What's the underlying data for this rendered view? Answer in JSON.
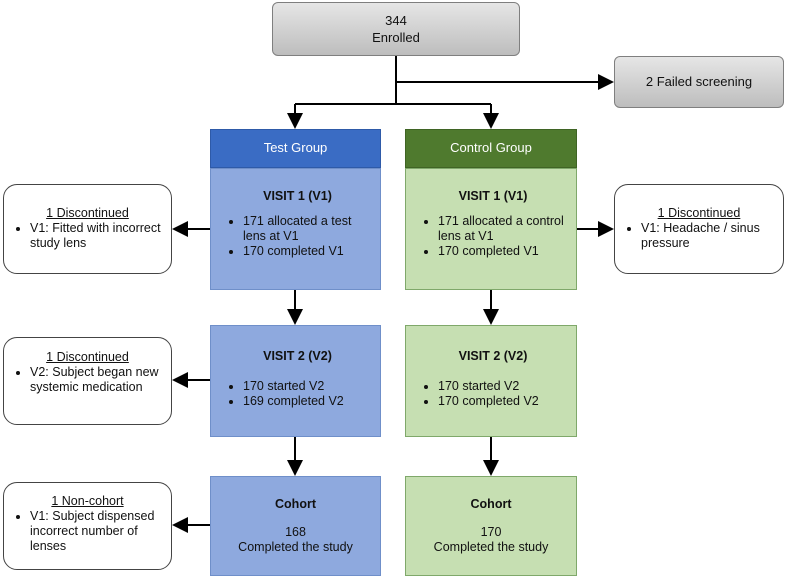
{
  "enrolled": {
    "count": "344",
    "label": "Enrolled"
  },
  "failed": "2 Failed screening",
  "groups": {
    "test": {
      "header": "Test Group",
      "v1": {
        "title": "VISIT 1 (V1)",
        "items": [
          "171 allocated a test lens at V1",
          "170 completed V1"
        ]
      },
      "v2": {
        "title": "VISIT 2 (V2)",
        "items": [
          "170 started V2",
          "169 completed V2"
        ]
      },
      "cohort": {
        "title": "Cohort",
        "count": "168",
        "label": "Completed the study"
      }
    },
    "control": {
      "header": "Control Group",
      "v1": {
        "title": "VISIT 1 (V1)",
        "items": [
          "171 allocated a control lens at V1",
          "170 completed V1"
        ]
      },
      "v2": {
        "title": "VISIT 2 (V2)",
        "items": [
          "170 started V2",
          "170 completed V2"
        ]
      },
      "cohort": {
        "title": "Cohort",
        "count": "170",
        "label": "Completed the study"
      }
    }
  },
  "side_boxes": {
    "test_v1": {
      "title": "1 Discontinued",
      "item": "V1: Fitted with incorrect study lens"
    },
    "test_v2": {
      "title": "1 Discontinued",
      "item": "V2: Subject began new systemic medication"
    },
    "test_cohort": {
      "title": "1 Non-cohort",
      "item": "V1: Subject dispensed incorrect number of lenses"
    },
    "control_v1": {
      "title": "1 Discontinued",
      "item": "V1: Headache / sinus pressure"
    }
  }
}
